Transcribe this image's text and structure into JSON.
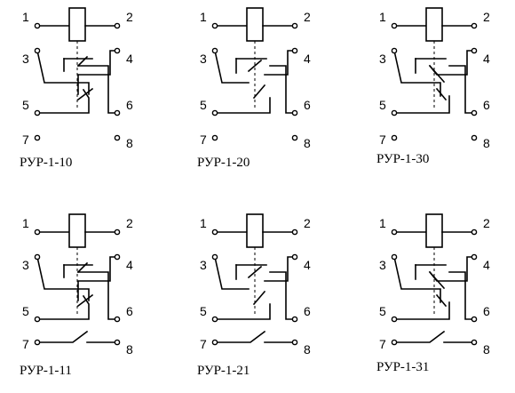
{
  "diagrams": [
    {
      "model": "РУР-1-10",
      "pins": [
        "1",
        "2",
        "3",
        "4",
        "5",
        "6",
        "7",
        "8"
      ],
      "contact_7_8": false
    },
    {
      "model": "РУР-1-20",
      "pins": [
        "1",
        "2",
        "3",
        "4",
        "5",
        "6",
        "7",
        "8"
      ],
      "contact_7_8": false
    },
    {
      "model": "РУР-1-30",
      "pins": [
        "1",
        "2",
        "3",
        "4",
        "5",
        "6",
        "7",
        "8"
      ],
      "contact_7_8": false
    },
    {
      "model": "РУР-1-11",
      "pins": [
        "1",
        "2",
        "3",
        "4",
        "5",
        "6",
        "7",
        "8"
      ],
      "contact_7_8": true
    },
    {
      "model": "РУР-1-21",
      "pins": [
        "1",
        "2",
        "3",
        "4",
        "5",
        "6",
        "7",
        "8"
      ],
      "contact_7_8": true
    },
    {
      "model": "РУР-1-31",
      "pins": [
        "1",
        "2",
        "3",
        "4",
        "5",
        "6",
        "7",
        "8"
      ],
      "contact_7_8": true
    }
  ]
}
